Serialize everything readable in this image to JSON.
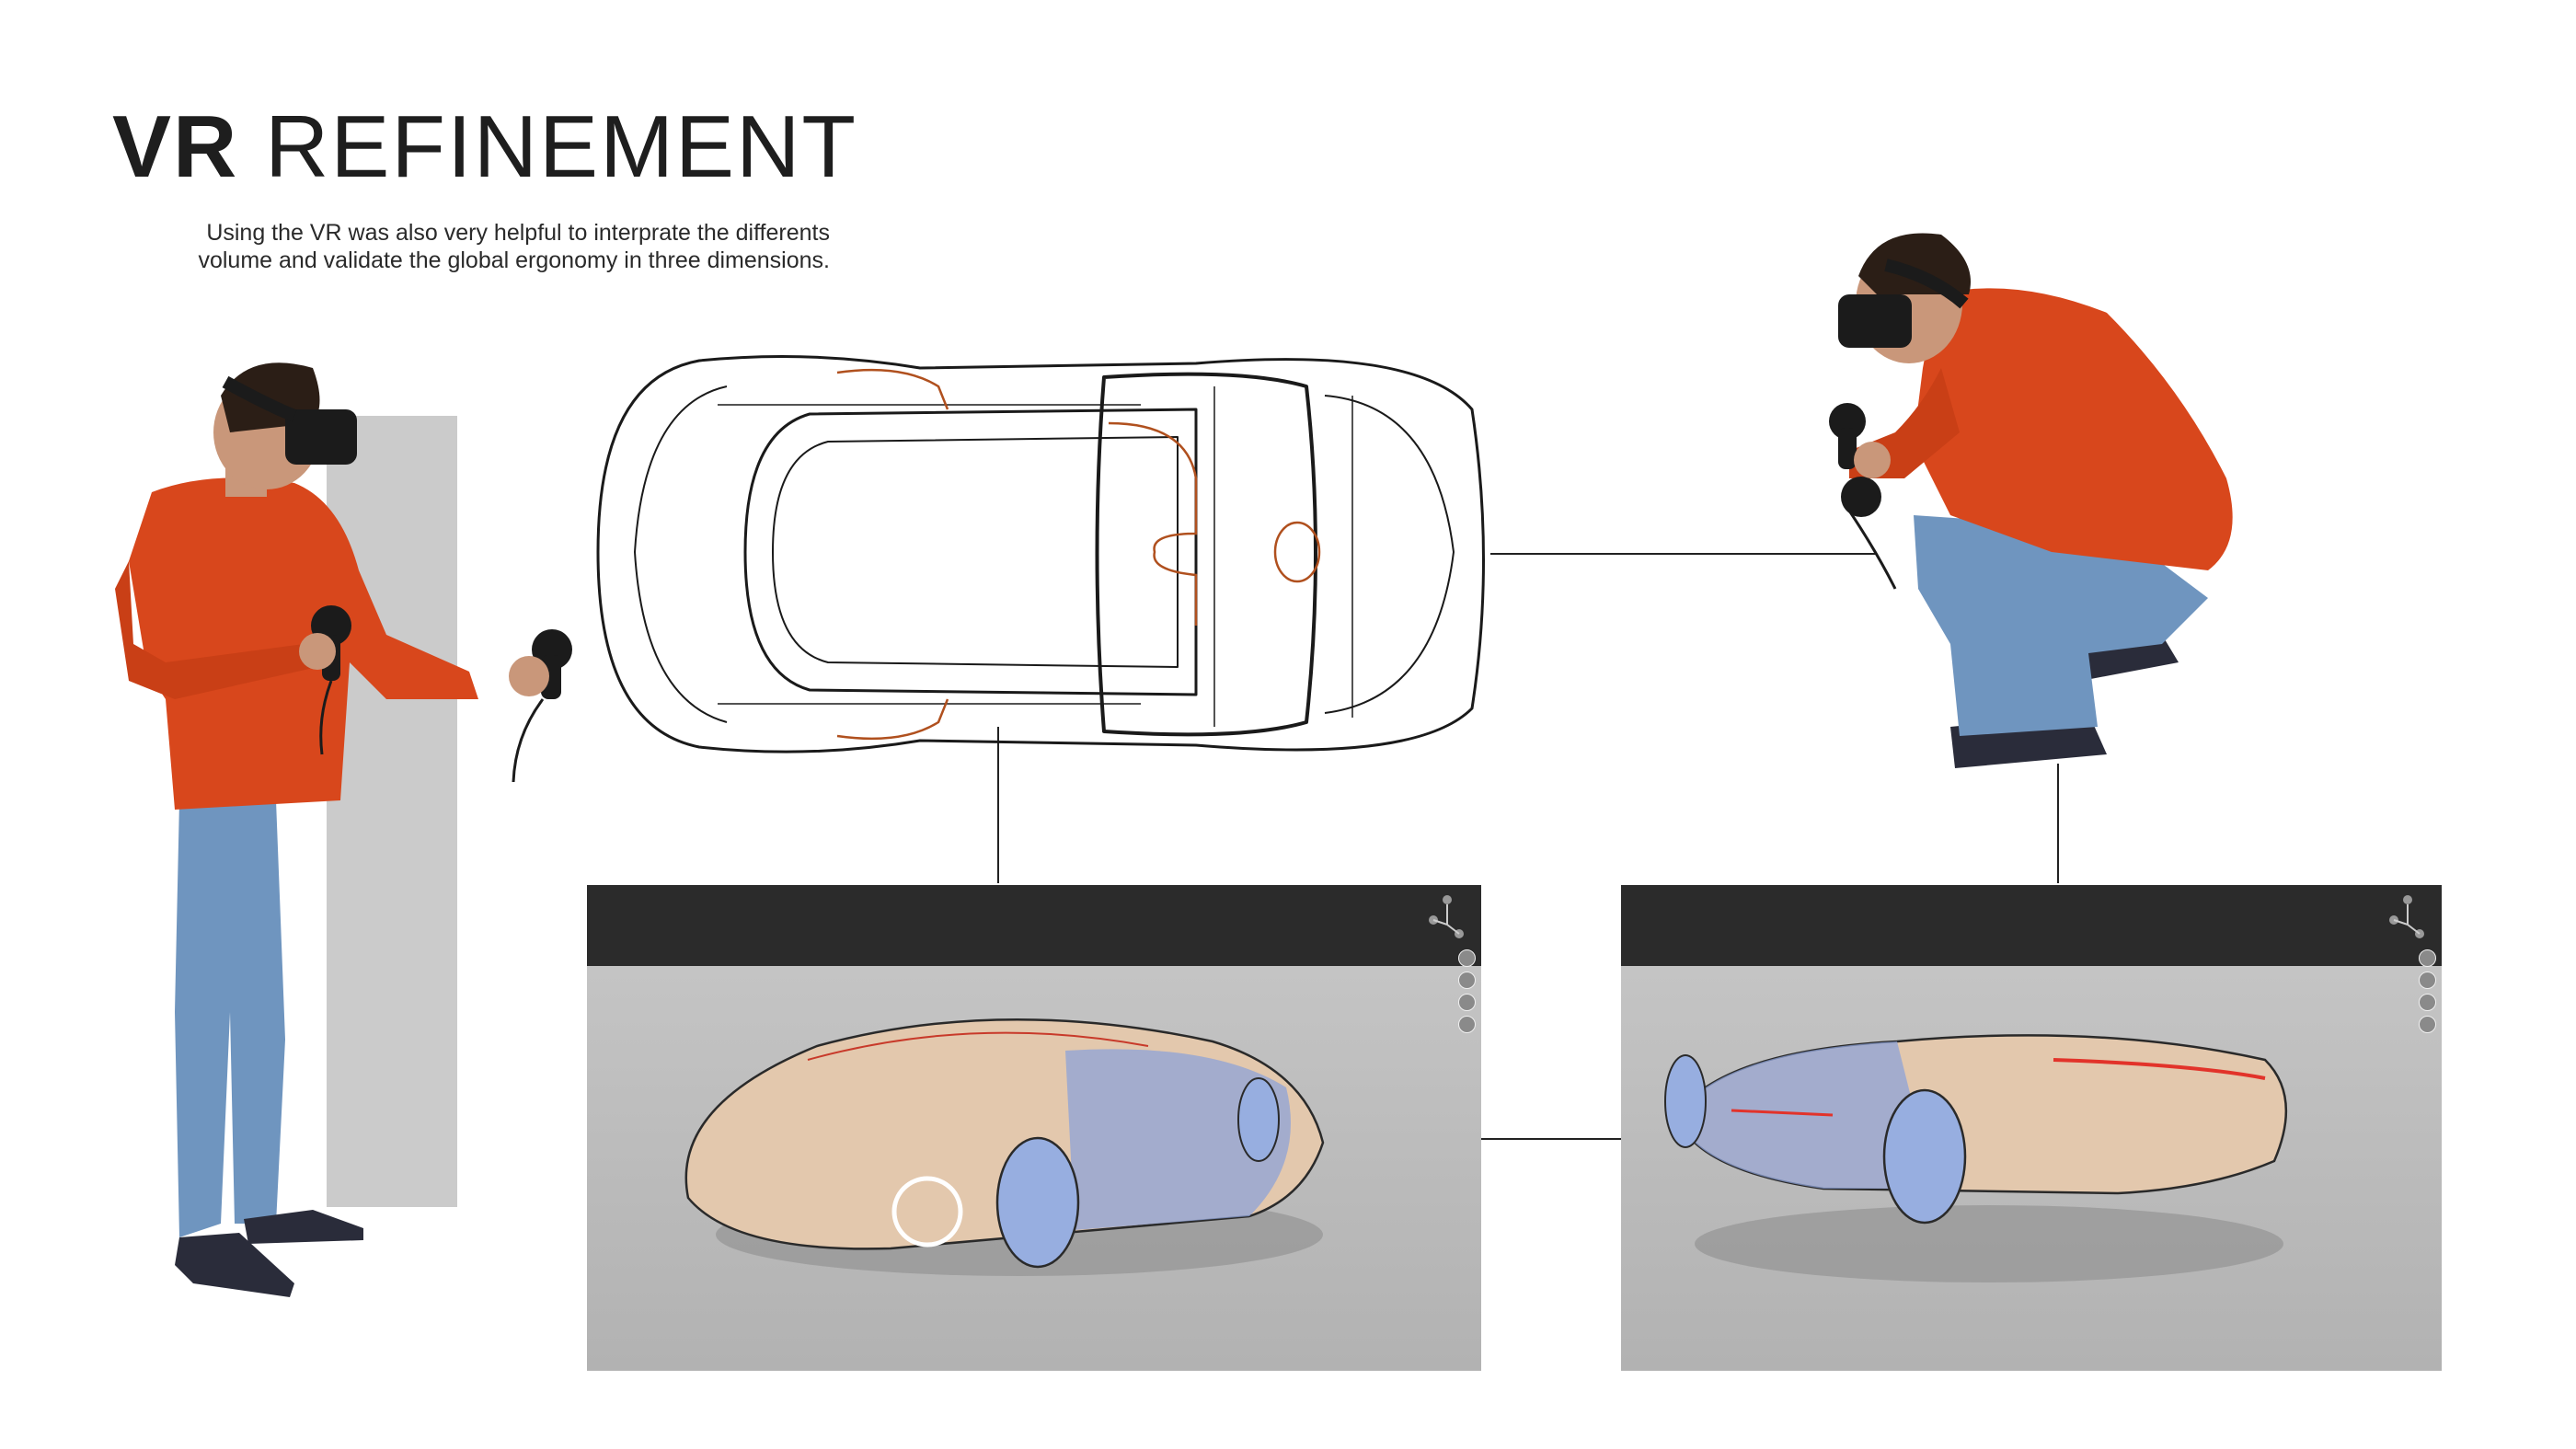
{
  "title": {
    "bold": "VR",
    "light": "REFINEMENT"
  },
  "description": {
    "line1": "Using the VR was also very helpful to interprate the differents",
    "line2": "volume and validate the global ergonomy in three dimensions."
  },
  "colors": {
    "sweater": "#d8471c",
    "jeans": "#6f95bf",
    "headset": "#1b1b1b",
    "sketch_accent": "#b0501e",
    "viewport_bar": "#2b2b2b",
    "viewport_floor": "#bdbdbd",
    "backdrop_panel": "#cbcbcb"
  },
  "images": [
    {
      "name": "standing-person-vr",
      "description": "person in orange sweater and jeans wearing VR headset holding two controllers"
    },
    {
      "name": "car-top-view-sketch",
      "description": "line sketch of a car seen from above"
    },
    {
      "name": "crouching-person-vr",
      "description": "person crouching wearing VR headset holding controllers"
    },
    {
      "name": "vr-viewport-front",
      "description": "VR modeling viewport showing car front three-quarter view"
    },
    {
      "name": "vr-viewport-rear",
      "description": "VR modeling viewport showing car rear three-quarter view"
    }
  ]
}
